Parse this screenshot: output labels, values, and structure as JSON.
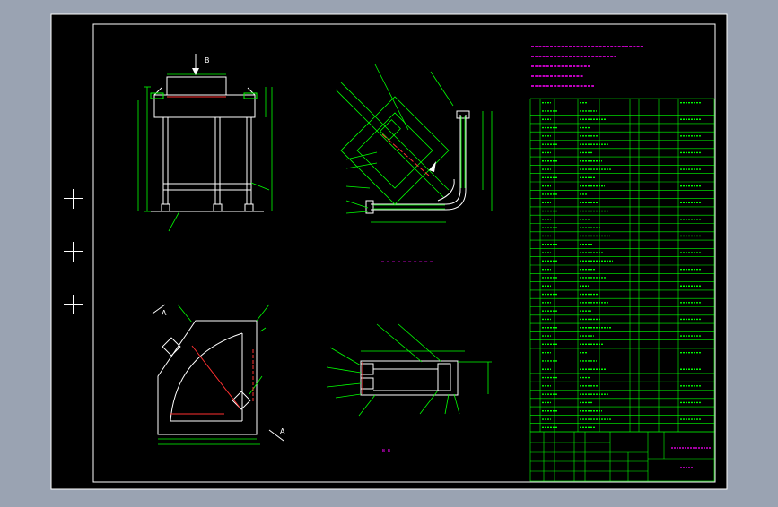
{
  "colors": {
    "background": "#9aa3b2",
    "canvas": "#000000",
    "frame": "#ffffff",
    "outline": "#ffffff",
    "dimension": "#00ff00",
    "centerline": "#ff3030",
    "notes": "#ff00ff",
    "table": "#00ff00",
    "sheet_border": "#ffffff"
  },
  "view_labels": {
    "view_b": "B",
    "view_a_left": "A",
    "view_a_right": "A"
  },
  "section_caption": "B-B",
  "notes_lines": 5,
  "table_rows": 40,
  "icons": [
    "crosshair-icon",
    "crosshair-icon",
    "crosshair-icon"
  ]
}
